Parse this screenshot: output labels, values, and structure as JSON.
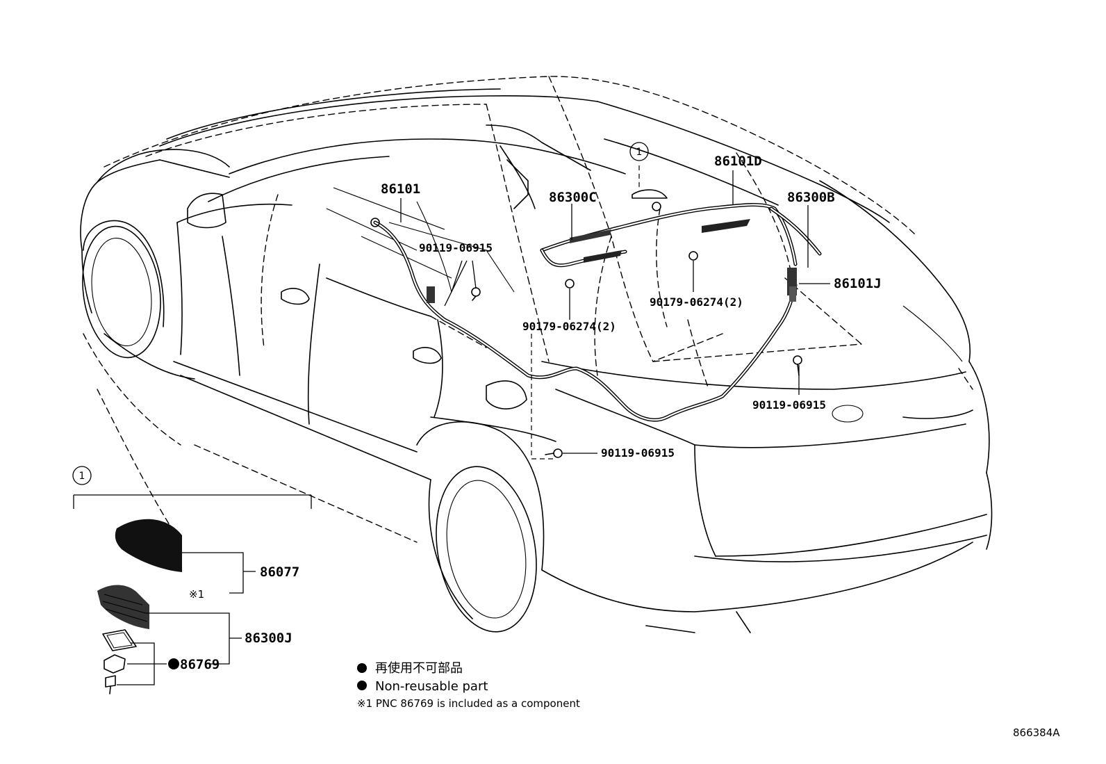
{
  "labels": {
    "p86101": "86101",
    "p86101D": "86101D",
    "p86300C": "86300C",
    "p86300B": "86300B",
    "p86101J": "86101J",
    "p90119_a": "90119-06915",
    "p90179_a": "90179-06274(2)",
    "p90179_b": "90179-06274(2)",
    "p90119_b": "90119-06915",
    "p90119_c": "90119-06915",
    "p86077": "86077",
    "p86300J": "86300J",
    "p86769": "86769",
    "ref_mark_1": "※1",
    "callout_1": "1",
    "callout_1b": "1"
  },
  "legend": {
    "line_jp": "再使用不可部品",
    "line_en": "Non-reusable part",
    "footnote": "※1 PNC 86769 is included as a component"
  },
  "diagram_id": "866384A"
}
